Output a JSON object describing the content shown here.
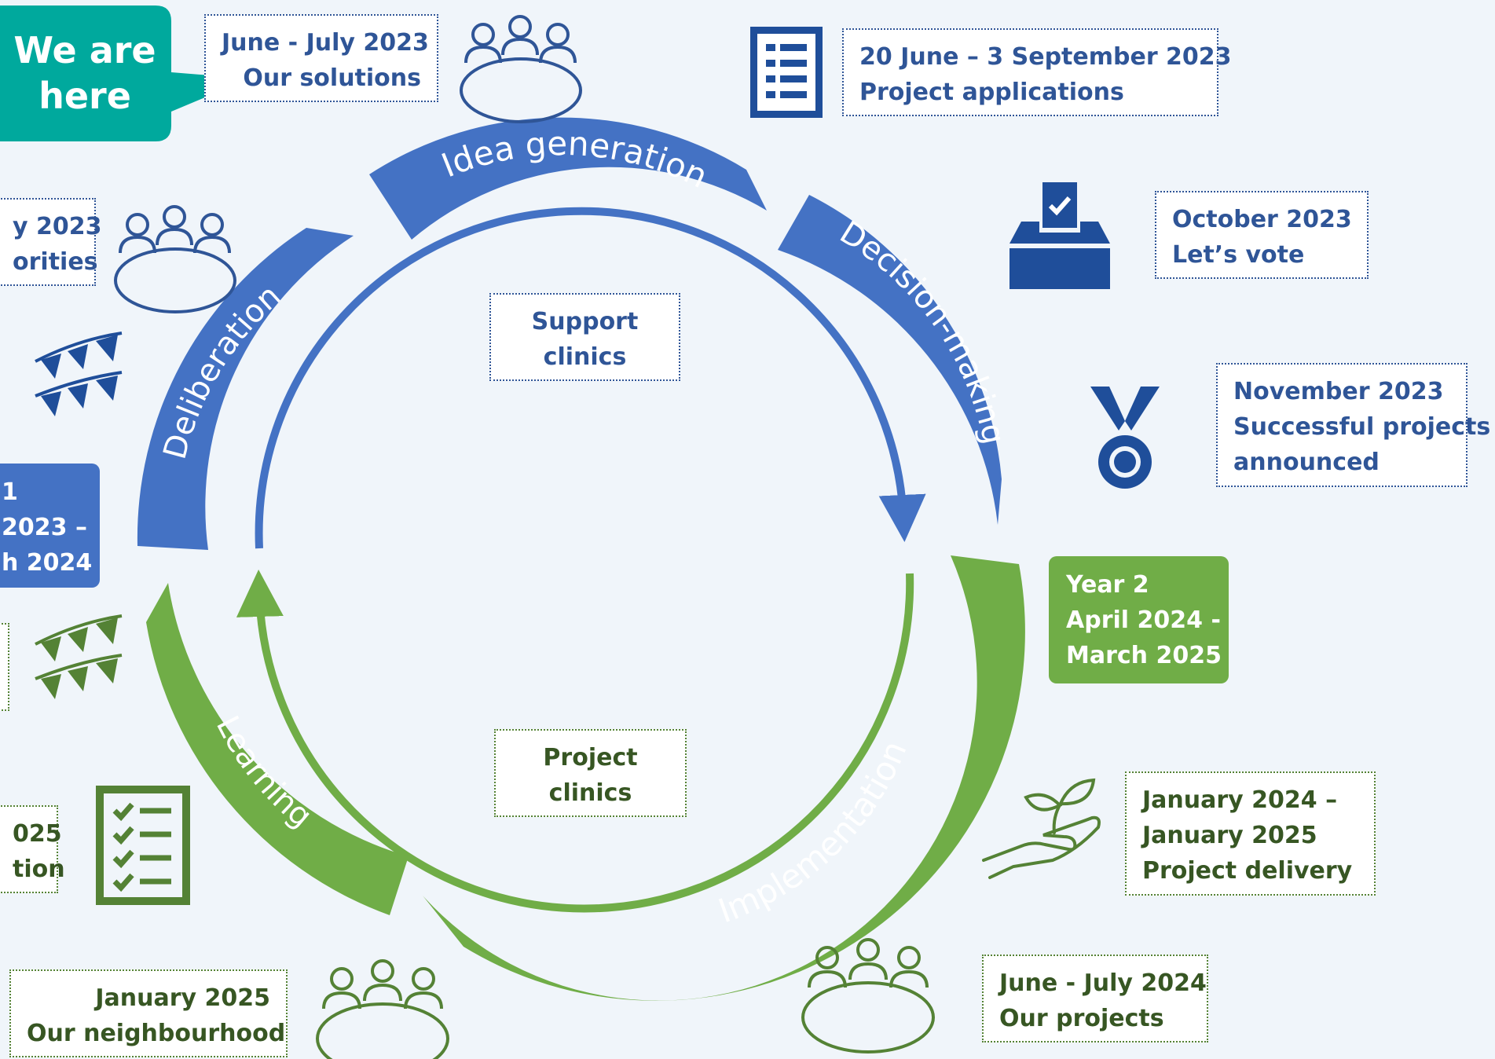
{
  "callout": {
    "line1": "We are",
    "line2": "here"
  },
  "stages": [
    {
      "label": "Idea generation",
      "color": "#4472c4"
    },
    {
      "label": "Decision-making",
      "color": "#4472c4"
    },
    {
      "label": "Implementation",
      "color": "#70ad47"
    },
    {
      "label": "Learning",
      "color": "#70ad47"
    },
    {
      "label": "Deliberation",
      "color": "#4472c4"
    }
  ],
  "center_boxes": {
    "support_clinics": [
      "Support",
      "clinics"
    ],
    "project_clinics": [
      "Project",
      "clinics"
    ]
  },
  "milestones": [
    {
      "id": "our-solutions",
      "lines": [
        "June - July 2023",
        "Our solutions"
      ]
    },
    {
      "id": "project-applications",
      "lines": [
        "20 June – 3 September 2023",
        "Project applications"
      ]
    },
    {
      "id": "lets-vote",
      "lines": [
        "October 2023",
        "Let’s vote"
      ]
    },
    {
      "id": "successful-projects",
      "lines": [
        "November 2023",
        "Successful projects",
        "announced"
      ]
    },
    {
      "id": "project-delivery",
      "lines": [
        "January 2024 –",
        "January 2025",
        "Project delivery"
      ]
    },
    {
      "id": "our-projects",
      "lines": [
        "June - July 2024",
        "Our projects"
      ]
    },
    {
      "id": "our-neighbourhood",
      "lines": [
        "January 2025",
        "Our neighbourhood"
      ]
    },
    {
      "id": "priorities-partial",
      "lines": [
        "y 2023",
        "orities"
      ]
    },
    {
      "id": "evaluation-partial",
      "lines": [
        "025",
        "tion"
      ]
    }
  ],
  "year1": {
    "lines": [
      "1",
      "2023 –",
      "h 2024"
    ]
  },
  "year2": {
    "lines": [
      "Year 2",
      "April 2024 -",
      "March 2025"
    ]
  },
  "icons": [
    "meeting-table-icon",
    "checklist-document-icon",
    "ballot-box-icon",
    "medal-icon",
    "bunting-icon",
    "hand-plant-icon",
    "task-checklist-icon"
  ],
  "colors": {
    "blue": "#4472c4",
    "dark_blue": "#2f5597",
    "icon_blue": "#1f4e9a",
    "green": "#70ad47",
    "dark_green": "#375623",
    "icon_green": "#548235",
    "teal": "#00a99d",
    "background": "#f0f5fa"
  }
}
